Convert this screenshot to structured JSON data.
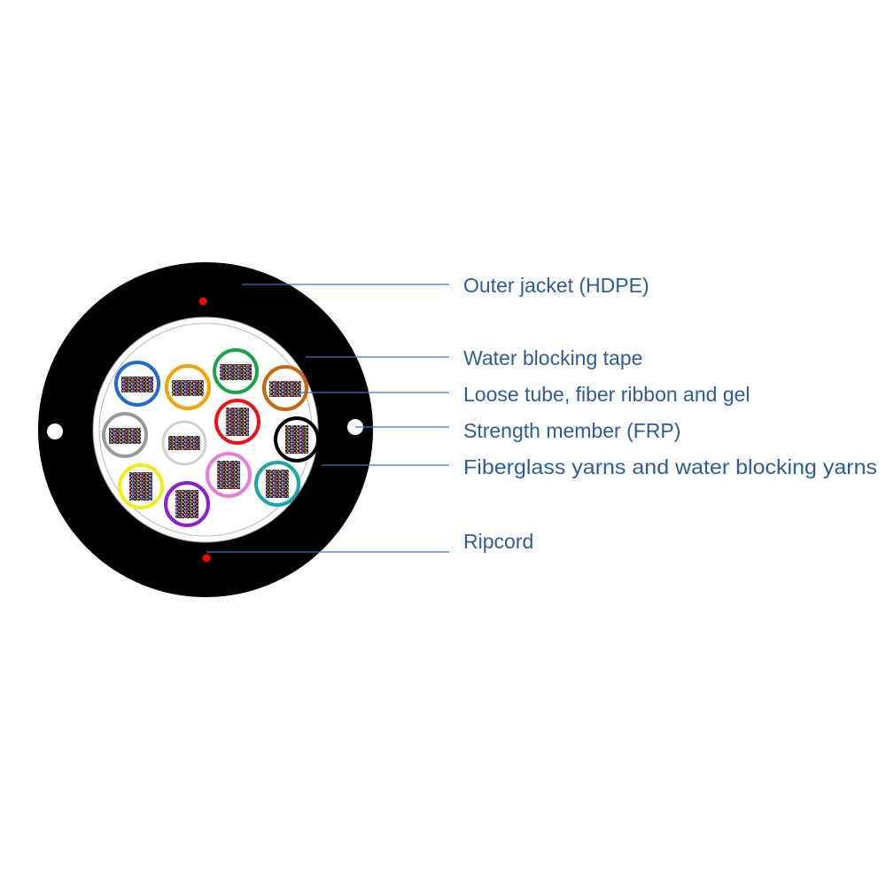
{
  "labels": {
    "outer_jacket": "Outer jacket (HDPE)",
    "water_blocking_tape": "Water blocking tape",
    "loose_tube": "Loose tube, fiber ribbon and gel",
    "strength_member": "Strength member (FRP)",
    "fiberglass_yarns": "Fiberglass yarns and water blocking yarns",
    "ripcord": "Ripcord"
  },
  "colors": {
    "jacket": "#000000",
    "label_text": "#2e5c9a",
    "leader_line": "#4472c4",
    "ripcord": "#ff0000",
    "tube_colors": [
      "#1f6bd1",
      "#f0a400",
      "#1aa34a",
      "#c8650f",
      "#9a9a9a",
      "#d0d0d0",
      "#e8141c",
      "#000000",
      "#f2ee1a",
      "#8a1fd6",
      "#e27fdc",
      "#1aa8a6"
    ]
  },
  "tubes": [
    {
      "name": "blue-tube",
      "color": "#1f6bd1"
    },
    {
      "name": "orange-tube",
      "color": "#f0a400"
    },
    {
      "name": "green-tube",
      "color": "#1aa34a"
    },
    {
      "name": "brown-tube",
      "color": "#c8650f"
    },
    {
      "name": "slate-tube",
      "color": "#9a9a9a"
    },
    {
      "name": "white-tube",
      "color": "#d0d0d0"
    },
    {
      "name": "red-tube",
      "color": "#e8141c"
    },
    {
      "name": "black-tube",
      "color": "#000000"
    },
    {
      "name": "yellow-tube",
      "color": "#f2ee1a"
    },
    {
      "name": "violet-tube",
      "color": "#8a1fd6"
    },
    {
      "name": "rose-tube",
      "color": "#e27fdc"
    },
    {
      "name": "aqua-tube",
      "color": "#1aa8a6"
    }
  ]
}
